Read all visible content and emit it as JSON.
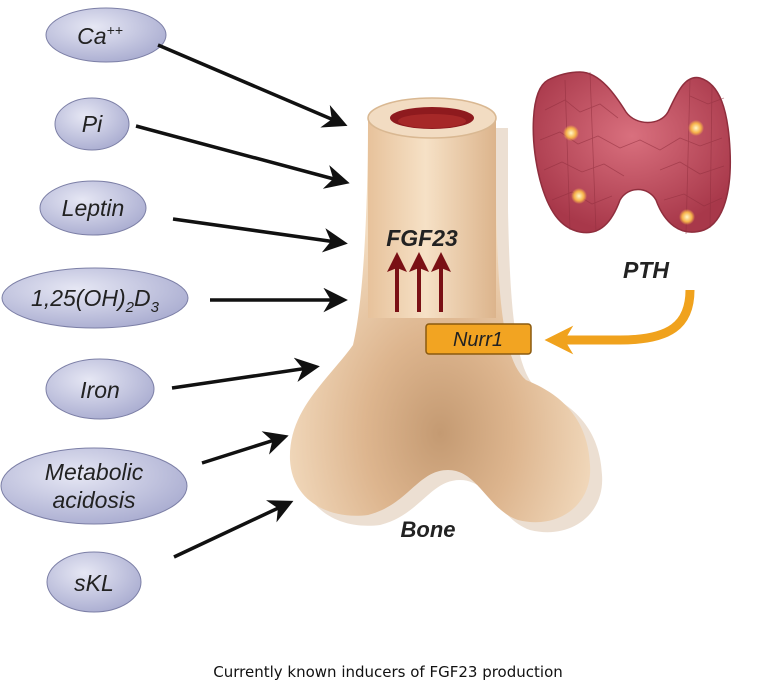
{
  "inducers": [
    {
      "base": "Ca",
      "sup": "++"
    },
    {
      "base": "Pi"
    },
    {
      "base": "Leptin"
    },
    {
      "base": "1,25(OH)",
      "sub1": "2",
      "mid": "D",
      "sub2": "3"
    },
    {
      "base": "Iron"
    },
    {
      "line1": "Metabolic",
      "line2": "acidosis"
    },
    {
      "base": "sKL"
    }
  ],
  "bone_label": "Bone",
  "product_label": "FGF23",
  "hormone_label": "PTH",
  "factor_label": "Nurr1",
  "caption": "Currently known inducers of FGF23 production",
  "colors": {
    "ellipse_fill": "#b9bbd9",
    "ellipse_stroke": "#7c7fa6",
    "bone": "#e9c9a2",
    "bone_shadow": "#c79e78",
    "marrow": "#8e1a1e",
    "arrows_up": "#7a1015",
    "thyroid": "#c0505f",
    "pth_arrow": "#f0a21d",
    "nurr1_box": "#f2a422"
  }
}
